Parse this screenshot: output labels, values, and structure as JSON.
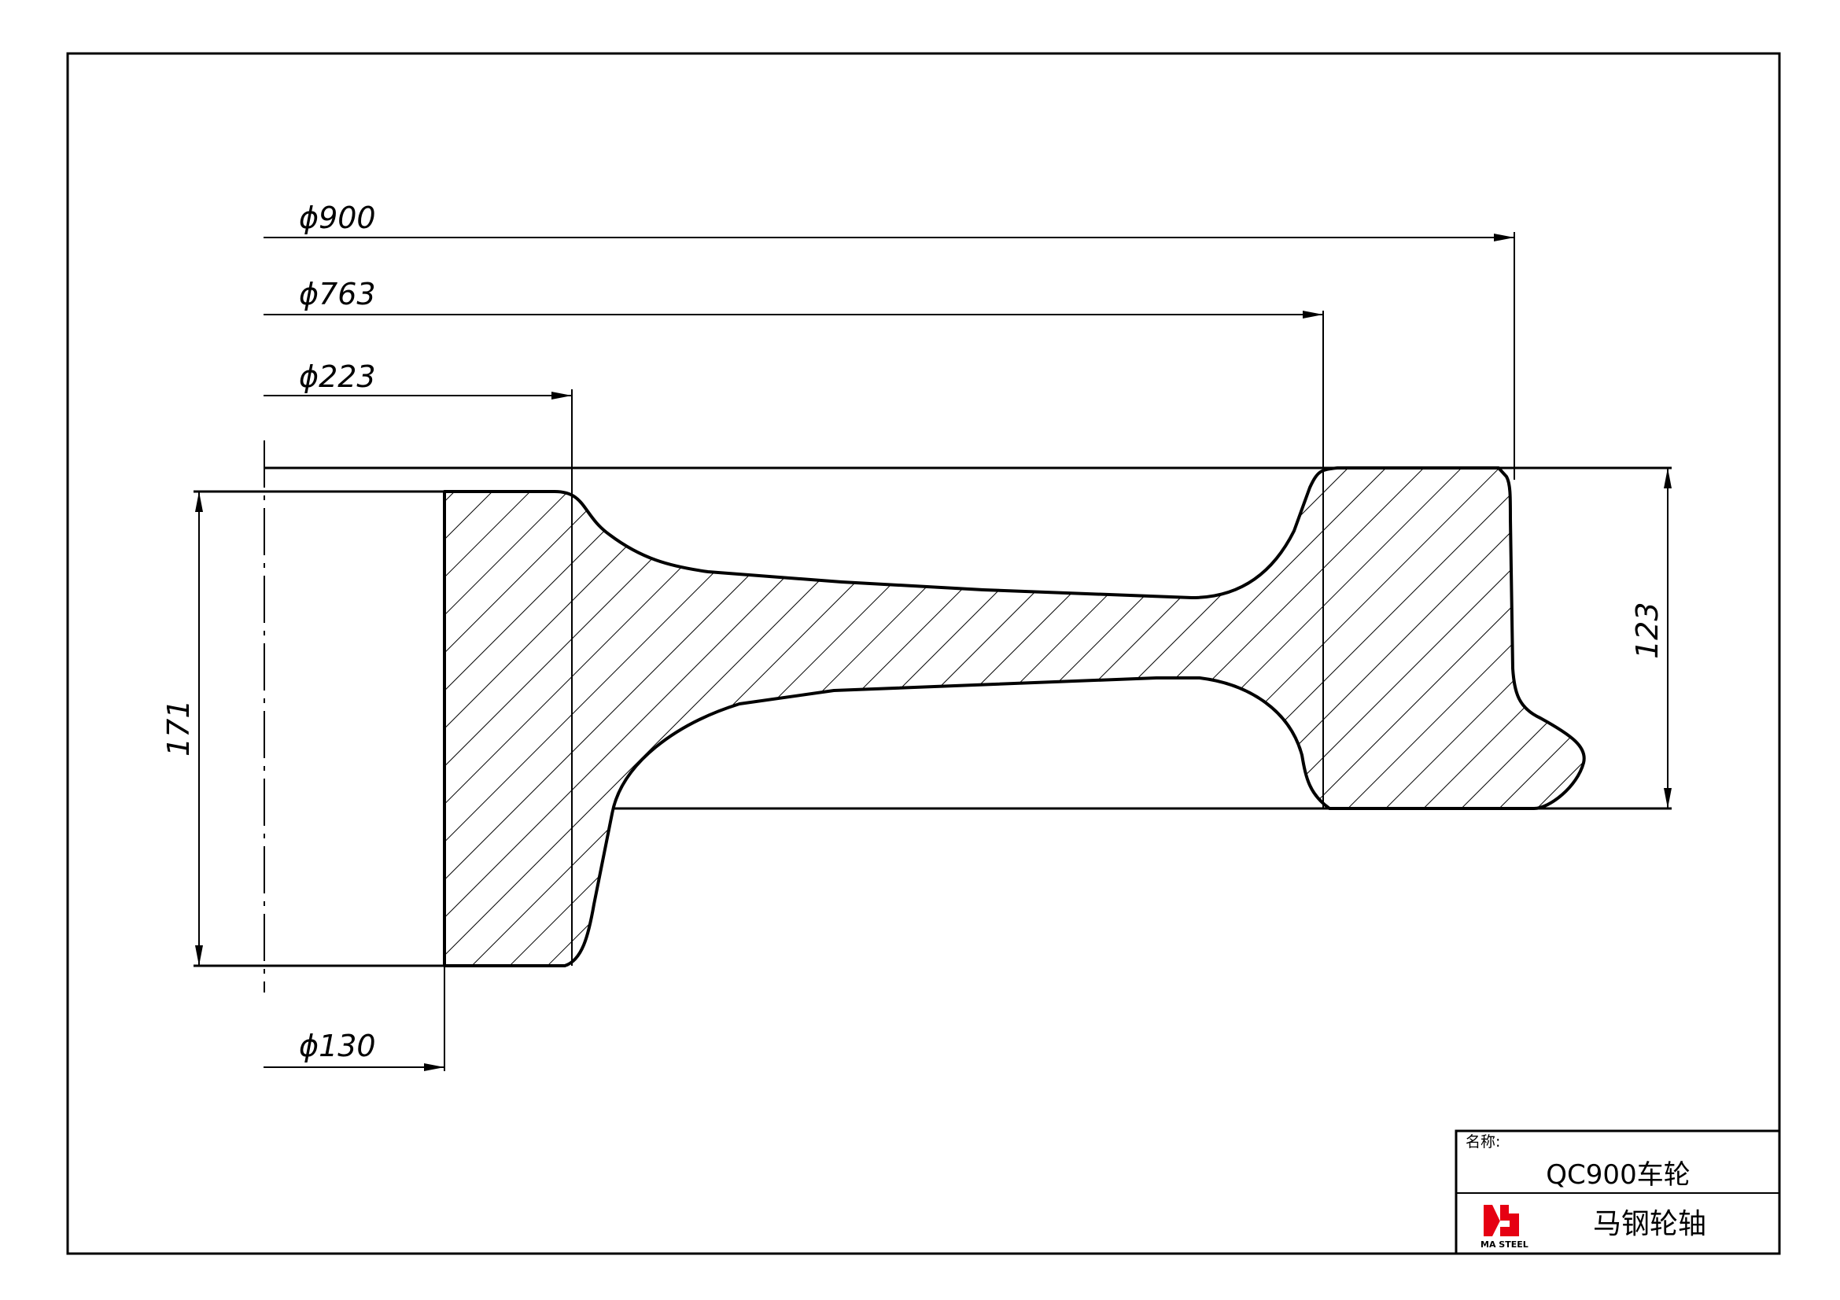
{
  "drawing": {
    "dimensions": {
      "dia_900": "ϕ900",
      "dia_763": "ϕ763",
      "dia_223": "ϕ223",
      "dia_130": "ϕ130",
      "width_171": "171",
      "width_123": "123"
    },
    "title_block": {
      "name_label": "名称:",
      "part_name": "QC900车轮",
      "company": "马钢轮轴",
      "logo_text": "MA STEEL"
    }
  }
}
